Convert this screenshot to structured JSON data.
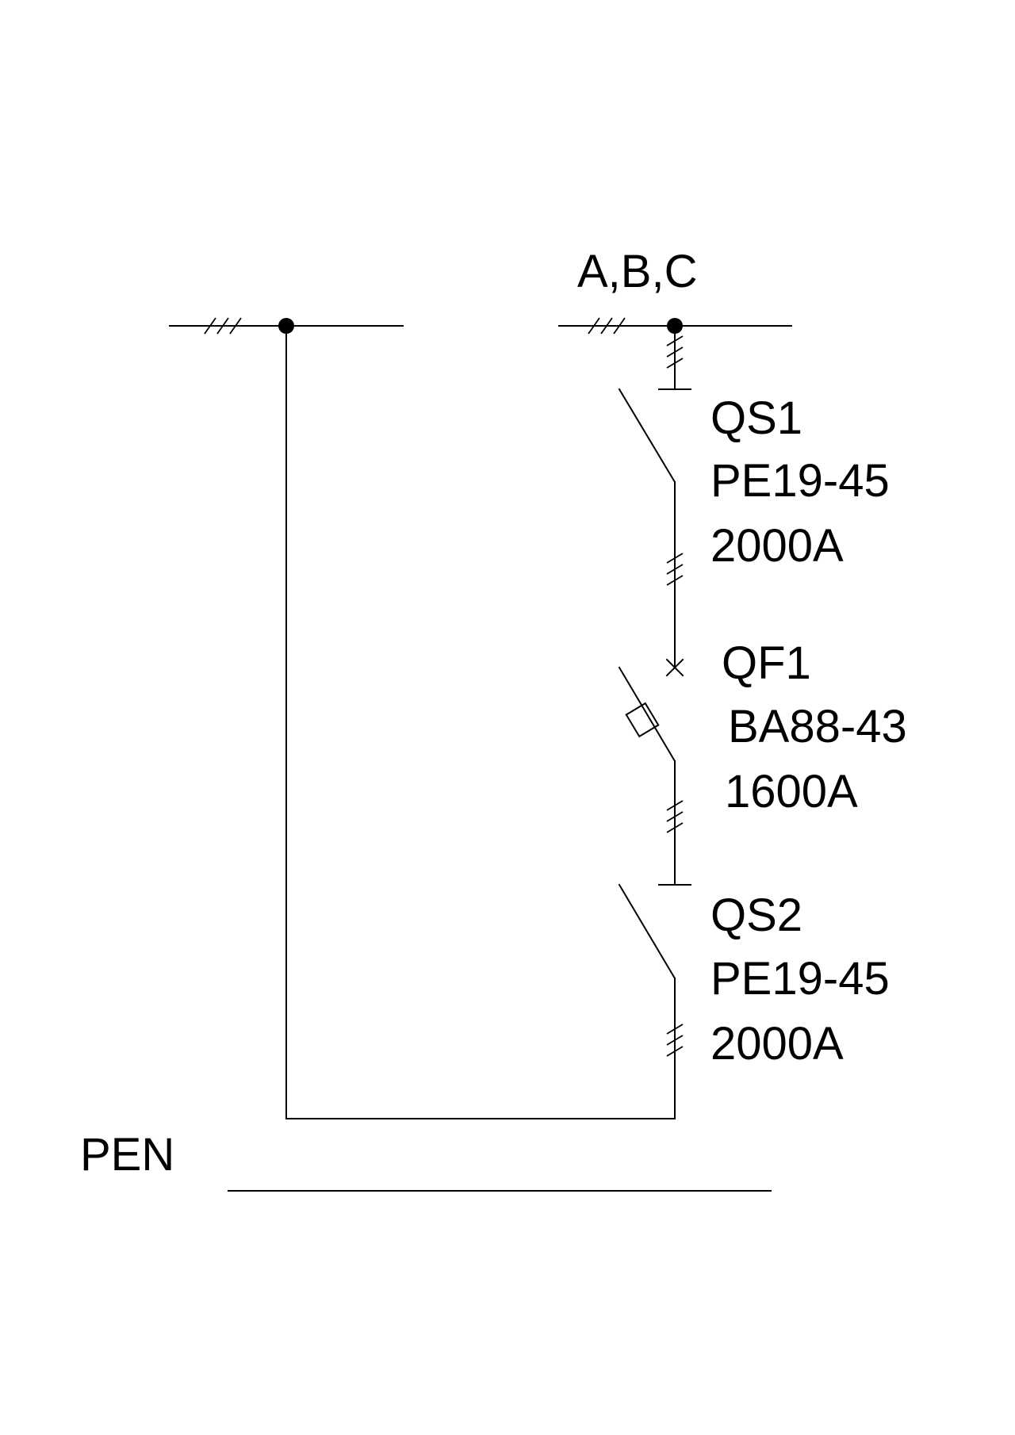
{
  "bus_label": "A,B,C",
  "pen_label": "PEN",
  "devices": [
    {
      "designation": "QS1",
      "model": "PE19-45",
      "rating": "2000A"
    },
    {
      "designation": "QF1",
      "model": "BA88-43",
      "rating": "1600A"
    },
    {
      "designation": "QS2",
      "model": "PE19-45",
      "rating": "2000A"
    }
  ],
  "colors": {
    "line": "#000000",
    "background": "#ffffff"
  }
}
